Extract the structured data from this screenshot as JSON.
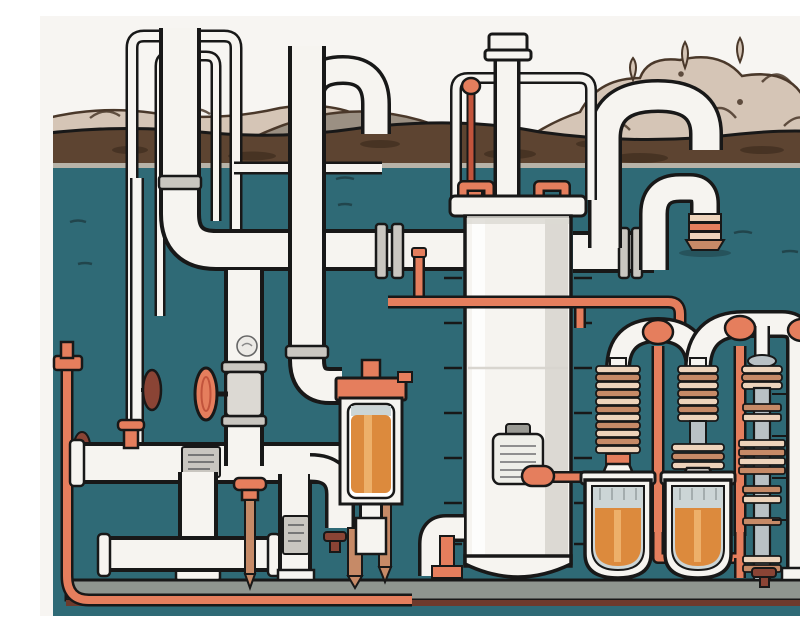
{
  "meta": {
    "alt": "Stylized cross-section illustration of an industrial piping and filtration system below a brown ground line: white outlined pipes, orange accent pipes and valves, a central white storage tank with chimney, a filter housing and vessels holding orange liquid, and three copper condenser coil columns against a teal underwater background beneath beige hills."
  },
  "palette": {
    "sky": "#f7f5f2",
    "hill_light": "#d5c5b6",
    "hill_mid": "#9b9083",
    "hill_line": "#4a382a",
    "soil": "#5d4431",
    "soil_dark": "#3c2b1d",
    "ground_strip": "#b7b3a8",
    "water": "#2f6a76",
    "water_mark": "#1e3c42",
    "outline": "#181818",
    "pipe_white": "#f6f4f0",
    "pipe_shade": "#dcd9d3",
    "pipe_gray": "#c9c6c0",
    "accent_orange": "#e57e5d",
    "accent_red": "#c2543c",
    "valve_maroon": "#8a4435",
    "copper": "#c68a67",
    "copper_light": "#edd3bb",
    "silver": "#b9c1c5",
    "liquid": "#dc8a3d",
    "liquid_light": "#edb06a",
    "glass": "#ccd5d6",
    "base_gray": "#8f958f",
    "base_shadow": "#6e3a2c",
    "label_paper": "#efefe9",
    "label_line": "#8f8f8f"
  },
  "counts": {
    "condenser_coils": 3,
    "collection_vessels": 2,
    "tank_label_lines": 5
  }
}
